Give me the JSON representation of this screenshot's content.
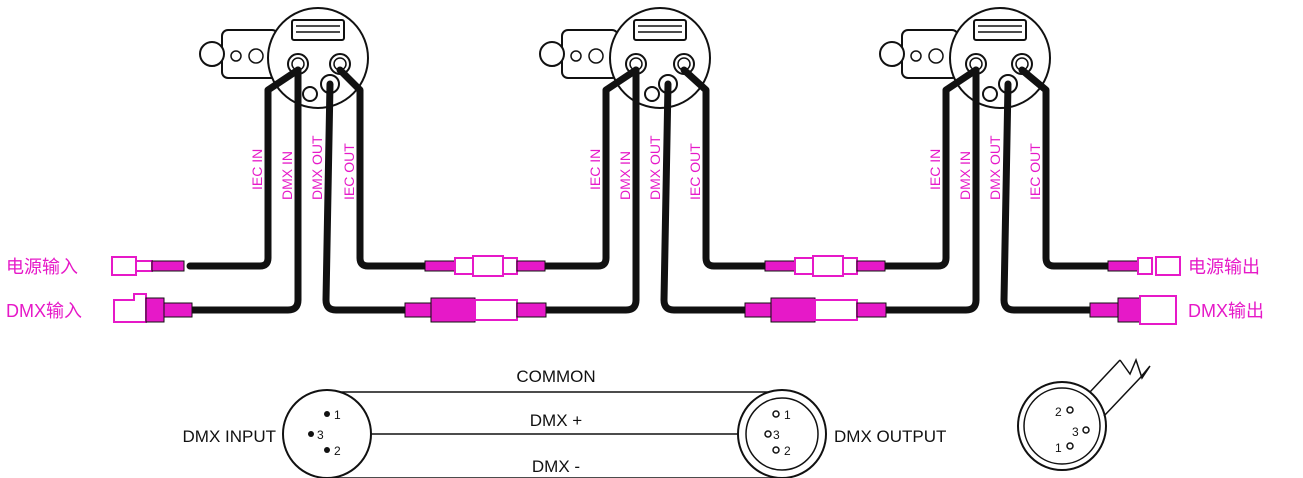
{
  "cable_labels": [
    "IEC IN",
    "DMX IN",
    "DMX OUT",
    "IEC OUT"
  ],
  "left_labels": {
    "power_in": "电源输入",
    "dmx_in": "DMX输入"
  },
  "right_labels": {
    "power_out": "电源输出",
    "dmx_out": "DMX输出"
  },
  "wiring": {
    "common": "COMMON",
    "dmx_plus": "DMX +",
    "dmx_minus": "DMX -",
    "input": "DMX INPUT",
    "output": "DMX OUTPUT"
  },
  "pins_in": [
    "1",
    "3",
    "2"
  ],
  "pins_out": [
    "1",
    "3",
    "2"
  ],
  "pins_xlr": [
    "2",
    "3",
    "1"
  ],
  "colors": {
    "accent": "#e619c8",
    "line": "#111111"
  }
}
